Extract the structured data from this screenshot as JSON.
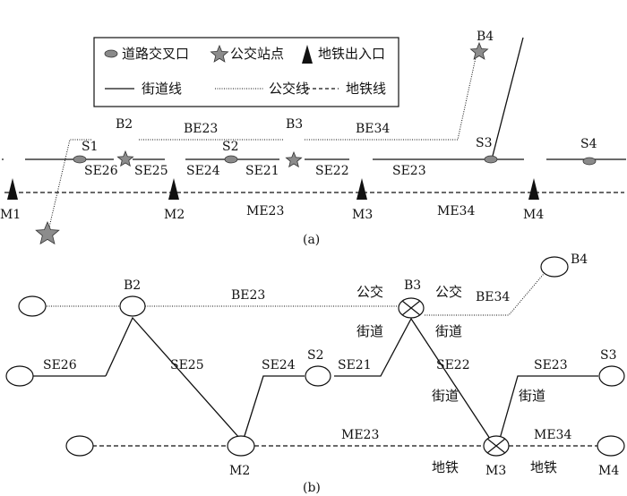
{
  "legend": {
    "intersection": "道路交叉口",
    "bus_stop": "公交站点",
    "metro_entrance": "地铁出入口",
    "street_line": "街道线",
    "bus_line": "公交线",
    "metro_line": "地铁线"
  },
  "panel_a": {
    "caption": "(a)",
    "intersections": [
      "S1",
      "S2",
      "S3",
      "S4"
    ],
    "stops": [
      "B2",
      "B3",
      "B4"
    ],
    "metro": [
      "M1",
      "M2",
      "M3",
      "M4"
    ],
    "edges": {
      "BE23": "BE23",
      "BE34": "BE34",
      "SE26": "SE26",
      "SE25": "SE25",
      "SE24": "SE24",
      "SE21": "SE21",
      "SE22": "SE22",
      "SE23": "SE23",
      "ME23": "ME23",
      "ME34": "ME34"
    }
  },
  "panel_b": {
    "caption": "(b)",
    "nodes": {
      "B2": "B2",
      "B3": "B3",
      "B4": "B4",
      "S2": "S2",
      "S3": "S3",
      "M2": "M2",
      "M3": "M3",
      "M4": "M4"
    },
    "edges": {
      "BE23": "BE23",
      "BE34": "BE34",
      "SE26": "SE26",
      "SE25": "SE25",
      "SE24": "SE24",
      "SE21": "SE21",
      "SE22": "SE22",
      "SE23": "SE23",
      "ME23": "ME23",
      "ME34": "ME34"
    },
    "mode_labels": {
      "bus": "公交",
      "street": "街道",
      "metro": "地铁"
    }
  },
  "colors": {
    "ink": "#111111",
    "intersection_fill": "#8a8a8a",
    "star_fill": "#8c8c8c"
  }
}
